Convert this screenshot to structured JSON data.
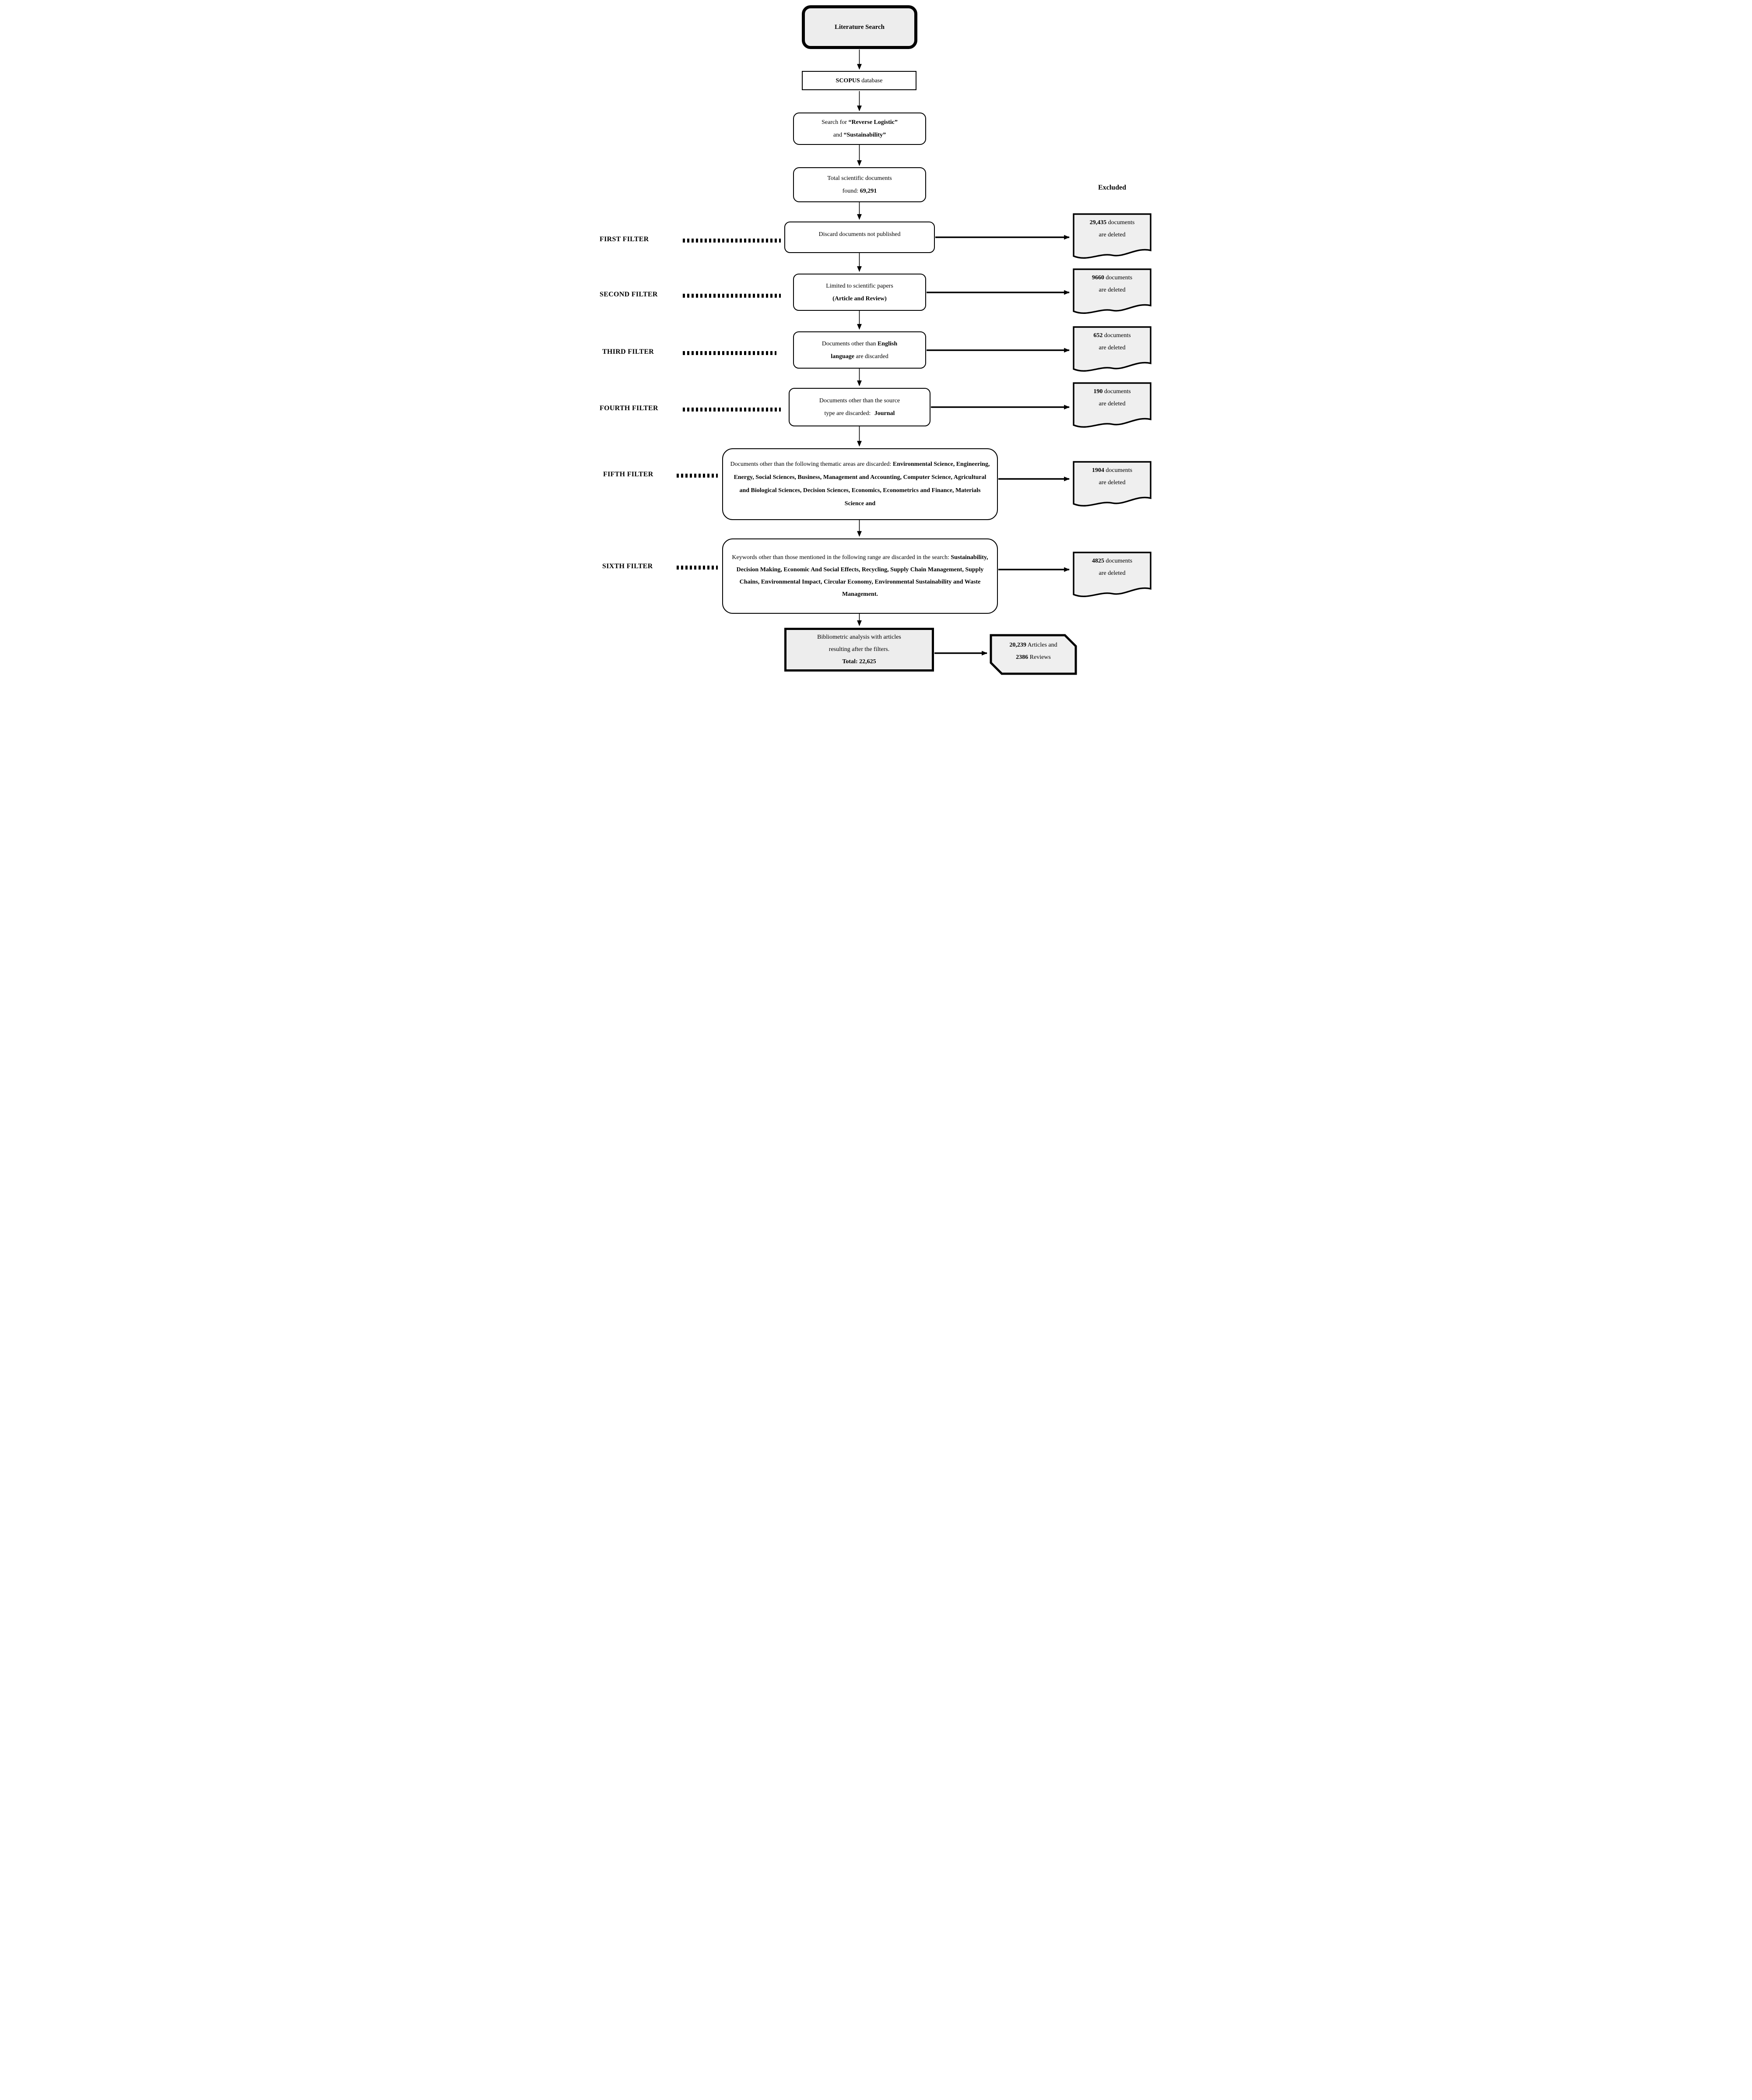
{
  "diagram": {
    "start": "Literature Search",
    "database": {
      "name": "SCOPUS",
      "suffix": " database"
    },
    "search": {
      "prefix": "Search for ",
      "term1": "“Reverse Logistic”",
      "connector": "and ",
      "term2": "“Sustainability”"
    },
    "total": {
      "line1": "Total scientific documents",
      "found_prefix": "found: ",
      "found_value": "69,291"
    },
    "excluded_header": "Excluded",
    "final": {
      "line1": "Bibliometric analysis with articles",
      "line2": "resulting after the filters.",
      "total_bold": "Total: 22,625"
    },
    "result": {
      "articles_count": "20,239",
      "articles_suffix": " Articles and",
      "reviews_count": "2386",
      "reviews_suffix": " Reviews"
    }
  },
  "filters": [
    {
      "label": "FIRST FILTER",
      "box": {
        "text": "Discard documents not published"
      },
      "excluded": {
        "count": "29,435",
        "suffix": " documents",
        "line2": "are deleted"
      }
    },
    {
      "label": "SECOND FILTER",
      "box": {
        "l1": "Limited to scientific papers",
        "l2_bold": "(Article and Review)"
      },
      "excluded": {
        "count": "9660",
        "suffix": " documents",
        "line2": "are deleted"
      }
    },
    {
      "label": "THIRD FILTER",
      "box": {
        "l1a": "Documents other than ",
        "l1b_bold": "English",
        "l2a_bold": "language",
        "l2b": " are discarded"
      },
      "excluded": {
        "count": "652",
        "suffix": " documents",
        "line2": "are deleted"
      }
    },
    {
      "label": "FOURTH FILTER",
      "box": {
        "l1": "Documents other than the source",
        "l2a": "type are discarded: ",
        "l2b_bold": "Journal"
      },
      "excluded": {
        "count": "190",
        "suffix": " documents",
        "line2": "are deleted"
      }
    },
    {
      "label": "FIFTH FILTER",
      "box": {
        "intro": "Documents other than the following thematic areas are discarded: ",
        "bold": "Environmental Science, Engineering, Energy, Social Sciences, Business, Management and Accounting, Computer Science, Agricultural and Biological Sciences, Decision Sciences, Economics, Econometrics and Finance, Materials Science and"
      },
      "excluded": {
        "count": "1904",
        "suffix": " documents",
        "line2": "are deleted"
      }
    },
    {
      "label": "SIXTH FILTER",
      "box": {
        "intro": "Keywords other than those mentioned in the following range are discarded in the search: ",
        "bold": "Sustainability, Decision Making, Economic And Social Effects, Recycling, Supply Chain Management, Supply Chains, Environmental Impact, Circular Economy, Environmental Sustainability and Waste Management."
      },
      "excluded": {
        "count": "4825",
        "suffix": " documents",
        "line2": "are deleted"
      }
    }
  ]
}
